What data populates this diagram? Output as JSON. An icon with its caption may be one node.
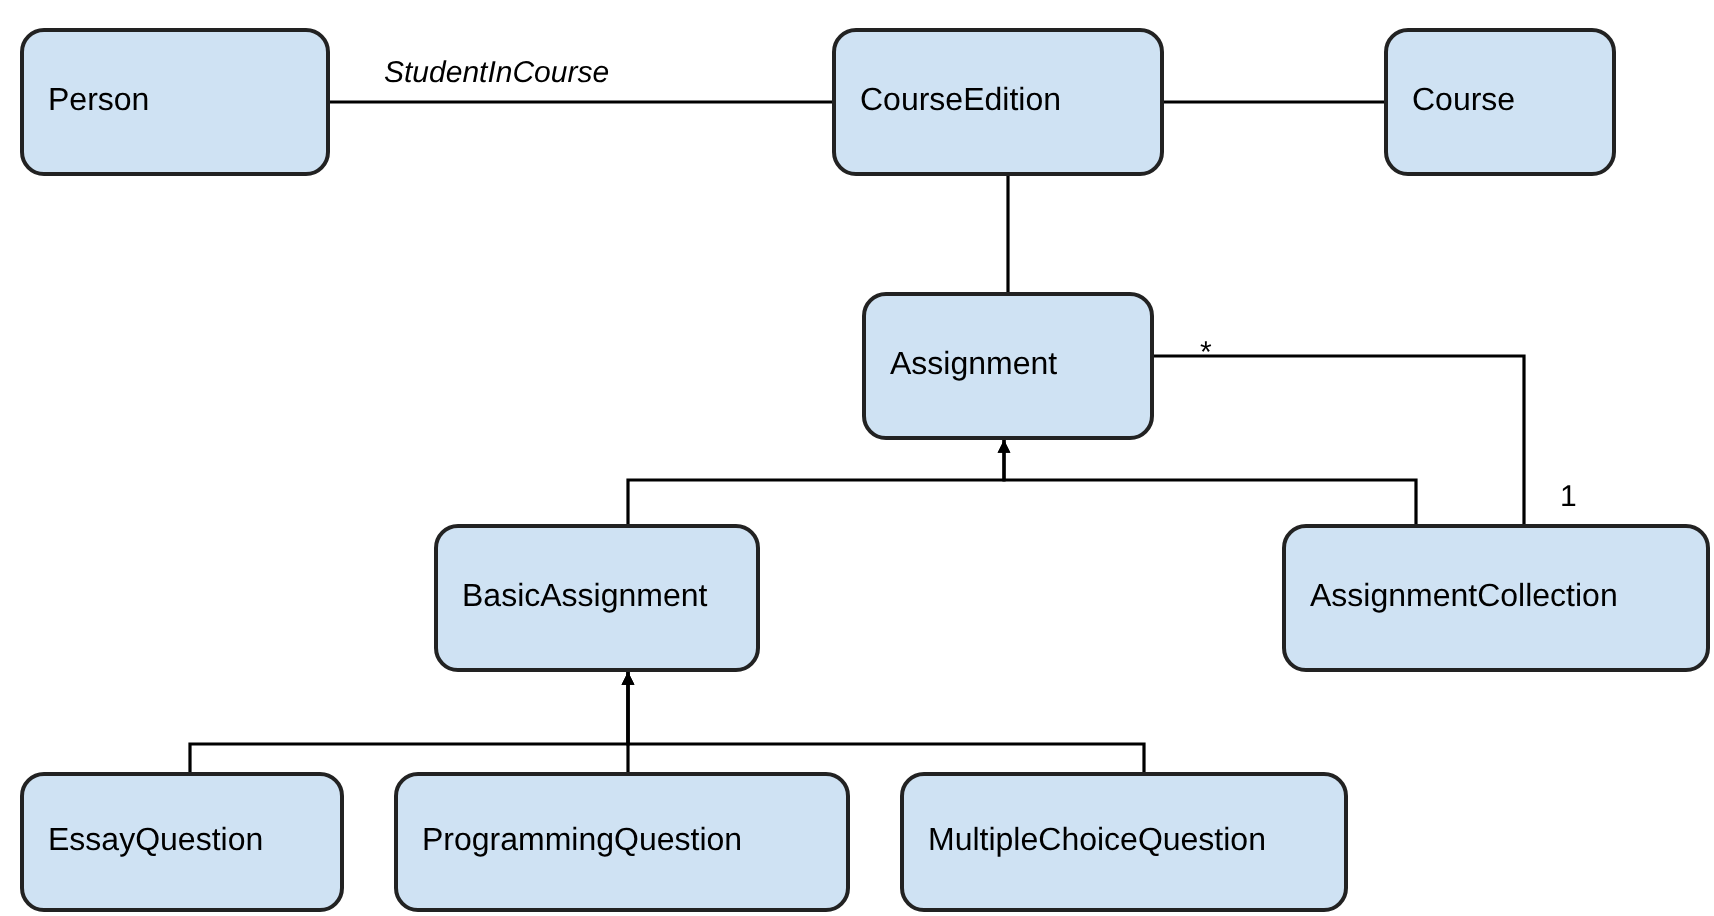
{
  "diagram": {
    "nodes": [
      {
        "text": [
          "Person"
        ]
      },
      {
        "text": [
          "CourseEdition"
        ]
      },
      {
        "text": [
          "Course"
        ]
      },
      {
        "text": [
          "Assignment"
        ]
      },
      {
        "text": [
          "BasicAssignment"
        ]
      },
      {
        "text": [
          "AssignmentCollection"
        ]
      },
      {
        "text": [
          "EssayQuestion"
        ]
      },
      {
        "text": [
          "ProgrammingQuestion"
        ]
      },
      {
        "text": [
          "MultipleChoiceQuestion"
        ]
      }
    ],
    "edges": [
      {
        "from": 0,
        "to": 1,
        "arrow": "none",
        "label": "StudentInCourse"
      },
      {
        "from": 1,
        "to": 2,
        "arrow": "none"
      },
      {
        "from": 1,
        "to": 3,
        "arrow": "none"
      },
      {
        "from": 4,
        "to": 3,
        "arrow": "to"
      },
      {
        "from": 5,
        "to": 3,
        "arrow": "to"
      },
      {
        "from": 3,
        "to": 5,
        "arrow": "none"
      },
      {
        "from": 6,
        "to": 4,
        "arrow": "to"
      },
      {
        "from": 7,
        "to": 4,
        "arrow": "to"
      },
      {
        "from": 8,
        "to": 4,
        "arrow": "to"
      }
    ],
    "labels": [
      "*",
      "1"
    ]
  }
}
